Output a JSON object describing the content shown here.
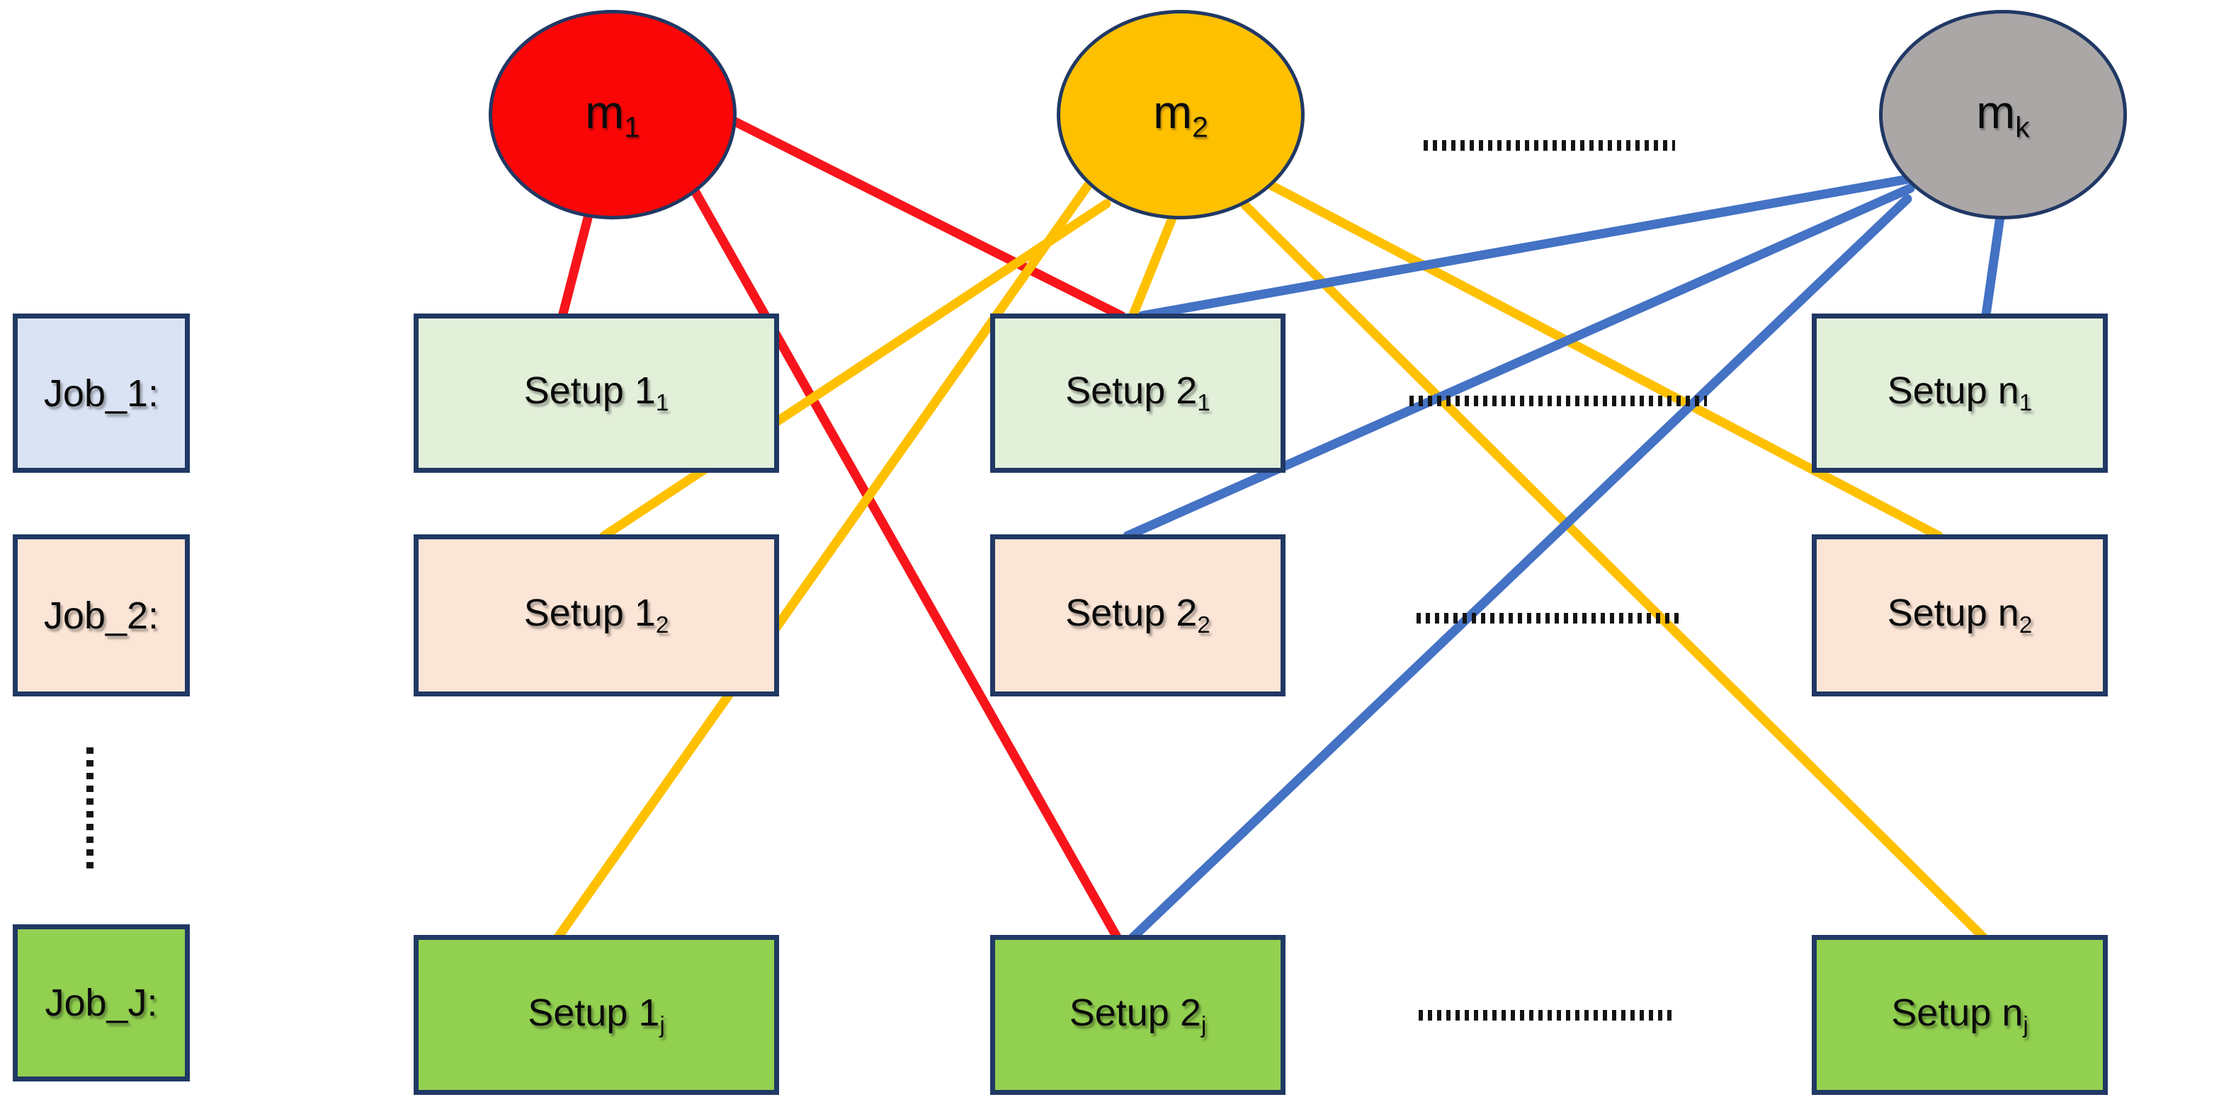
{
  "palette": {
    "background": "#FFFFFF",
    "node_border": "#203864",
    "machine_m1_fill": "#FA0607",
    "machine_m2_fill": "#FFC000",
    "machine_mk_fill": "#ABA7A7",
    "job1_fill": "#DAE3F3",
    "job2_fill": "#FBE5D6",
    "jobJ_fill": "#92D050",
    "setup_row1_fill": "#E2EFD9",
    "setup_row2_fill": "#FBE5D6",
    "setup_rowJ_fill": "#92D050",
    "edge_red": "#F7151B",
    "edge_yellow": "#FFC000",
    "edge_blue": "#4472C4",
    "dots_color": "#141414"
  },
  "machines": [
    {
      "id": "m1",
      "base": "m",
      "sub": "1",
      "fill_key": "machine_m1_fill"
    },
    {
      "id": "m2",
      "base": "m",
      "sub": "2",
      "fill_key": "machine_m2_fill"
    },
    {
      "id": "mk",
      "base": "m",
      "sub": "k",
      "fill_key": "machine_mk_fill"
    }
  ],
  "jobs": [
    {
      "id": "job-1",
      "label": "Job_1:",
      "fill_key": "job1_fill"
    },
    {
      "id": "job-2",
      "label": "Job_2:",
      "fill_key": "job2_fill"
    },
    {
      "id": "job-J",
      "label": "Job_J:",
      "fill_key": "jobJ_fill"
    }
  ],
  "setup_rows": [
    {
      "row": "1",
      "fill_key": "setup_row1_fill",
      "cells": [
        {
          "id": "setup-1-1",
          "base": "Setup 1",
          "sub": "1"
        },
        {
          "id": "setup-2-1",
          "base": "Setup 2",
          "sub": "1"
        },
        {
          "id": "setup-n-1",
          "base": "Setup n",
          "sub": "1"
        }
      ]
    },
    {
      "row": "2",
      "fill_key": "setup_row2_fill",
      "cells": [
        {
          "id": "setup-1-2",
          "base": "Setup 1",
          "sub": "2"
        },
        {
          "id": "setup-2-2",
          "base": "Setup 2",
          "sub": "2"
        },
        {
          "id": "setup-n-2",
          "base": "Setup n",
          "sub": "2"
        }
      ]
    },
    {
      "row": "j",
      "fill_key": "setup_rowJ_fill",
      "cells": [
        {
          "id": "setup-1-j",
          "base": "Setup 1",
          "sub": "j"
        },
        {
          "id": "setup-2-j",
          "base": "Setup 2",
          "sub": "j"
        },
        {
          "id": "setup-n-j",
          "base": "Setup n",
          "sub": "j"
        }
      ]
    }
  ],
  "edges": [
    {
      "from": "m1",
      "to": "setup-1-1",
      "color_key": "edge_red"
    },
    {
      "from": "m1",
      "to": "setup-2-1",
      "color_key": "edge_red"
    },
    {
      "from": "m1",
      "to": "setup-2-j",
      "color_key": "edge_red"
    },
    {
      "from": "m2",
      "to": "setup-1-2",
      "color_key": "edge_yellow"
    },
    {
      "from": "m2",
      "to": "setup-1-j",
      "color_key": "edge_yellow"
    },
    {
      "from": "m2",
      "to": "setup-2-1",
      "color_key": "edge_yellow"
    },
    {
      "from": "m2",
      "to": "setup-n-2",
      "color_key": "edge_yellow"
    },
    {
      "from": "m2",
      "to": "setup-n-j",
      "color_key": "edge_yellow"
    },
    {
      "from": "mk",
      "to": "setup-2-1",
      "color_key": "edge_blue"
    },
    {
      "from": "mk",
      "to": "setup-2-2",
      "color_key": "edge_blue"
    },
    {
      "from": "mk",
      "to": "setup-2-j",
      "color_key": "edge_blue"
    },
    {
      "from": "mk",
      "to": "setup-n-1",
      "color_key": "edge_blue"
    }
  ],
  "separators": [
    {
      "id": "ellipsis-machines",
      "between": [
        "m2",
        "mk"
      ],
      "orientation": "horizontal"
    },
    {
      "id": "ellipsis-setup-row-1",
      "between": [
        "setup-2-1",
        "setup-n-1"
      ],
      "orientation": "horizontal"
    },
    {
      "id": "ellipsis-setup-row-2",
      "between": [
        "setup-2-2",
        "setup-n-2"
      ],
      "orientation": "horizontal"
    },
    {
      "id": "ellipsis-setup-row-j",
      "between": [
        "setup-2-j",
        "setup-n-j"
      ],
      "orientation": "horizontal"
    },
    {
      "id": "ellipsis-jobs",
      "between": [
        "job-2",
        "job-J"
      ],
      "orientation": "vertical"
    }
  ]
}
